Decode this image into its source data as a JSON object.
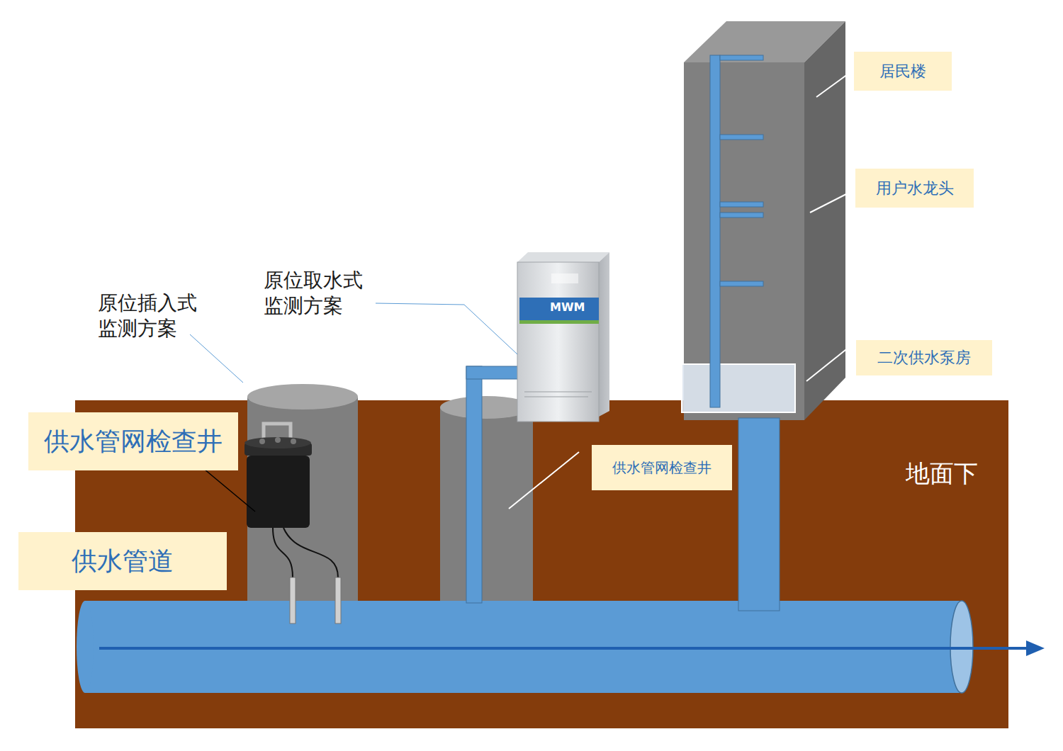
{
  "diagram": {
    "nodes": [
      {
        "text": [
          "居民楼"
        ]
      },
      {
        "text": [
          "用户水龙头"
        ]
      },
      {
        "text": [
          "二次供水泵房"
        ]
      },
      {
        "text": [
          "供水管网检查井"
        ]
      },
      {
        "text": [
          "供水管网检查井"
        ]
      },
      {
        "text": [
          "供水管道"
        ]
      }
    ],
    "labels": [
      "原位取水式 监测方案",
      "原位插入式 监测方案",
      "MWM",
      "地面下"
    ]
  }
}
